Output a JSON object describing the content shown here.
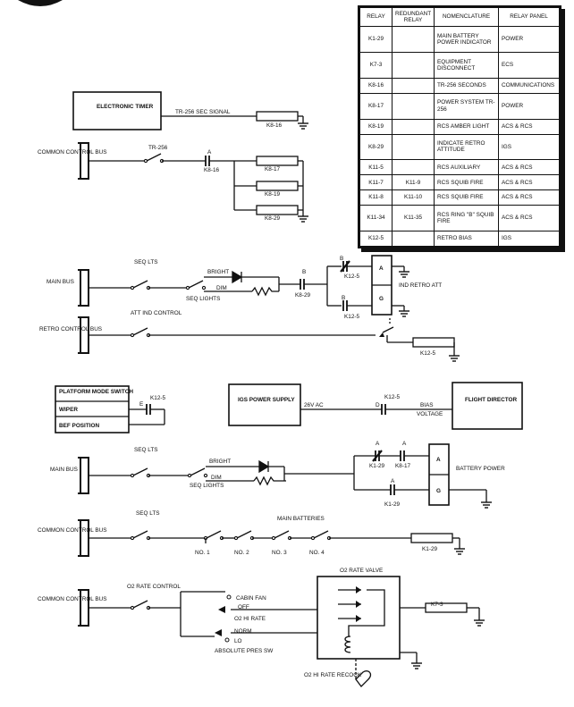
{
  "relay_table": {
    "headers": [
      "RELAY",
      "REDUNDANT RELAY",
      "NOMENCLATURE",
      "RELAY PANEL"
    ],
    "rows": [
      {
        "relay": "K1-29",
        "redundant": "",
        "nomenclature": "MAIN BATTERY POWER INDICATOR",
        "panel": "POWER"
      },
      {
        "relay": "K7-3",
        "redundant": "",
        "nomenclature": "EQUIPMENT DISCONNECT",
        "panel": "ECS"
      },
      {
        "relay": "K8-16",
        "redundant": "",
        "nomenclature": "TR-256 SECONDS",
        "panel": "COMMUNICATIONS"
      },
      {
        "relay": "K8-17",
        "redundant": "",
        "nomenclature": "POWER SYSTEM TR-256",
        "panel": "POWER"
      },
      {
        "relay": "K8-19",
        "redundant": "",
        "nomenclature": "RCS AMBER LIGHT",
        "panel": "ACS & RCS"
      },
      {
        "relay": "K8-29",
        "redundant": "",
        "nomenclature": "INDICATE RETRO ATTITUDE",
        "panel": "IGS"
      },
      {
        "relay": "K11-5",
        "redundant": "",
        "nomenclature": "RCS AUXILIARY",
        "panel": "ACS & RCS"
      },
      {
        "relay": "K11-7",
        "redundant": "K11-9",
        "nomenclature": "RCS SQUIB FIRE",
        "panel": "ACS & RCS"
      },
      {
        "relay": "K11-8",
        "redundant": "K11-10",
        "nomenclature": "RCS SQUIB FIRE",
        "panel": "ACS & RCS"
      },
      {
        "relay": "K11-34",
        "redundant": "K11-35",
        "nomenclature": "RCS RING \"B\" SQUIB FIRE",
        "panel": "ACS & RCS"
      },
      {
        "relay": "K12-5",
        "redundant": "",
        "nomenclature": "RETRO BIAS",
        "panel": "IGS"
      }
    ]
  },
  "labels": {
    "electronic_timer": "ELECTRONIC TIMER",
    "tr_signal": "TR-256 SEC SIGNAL",
    "k8_16": "K8-16",
    "k8_17": "K8-17",
    "k8_19": "K8-19",
    "k8_29": "K8-29",
    "common_control_bus": "COMMON CONTROL BUS",
    "main_bus": "MAIN BUS",
    "retro_control_bus": "RETRO CONTROL BUS",
    "tr_256": "TR-256",
    "contact_a": "A",
    "contact_b": "B",
    "contact_d": "D",
    "contact_e": "E",
    "seq_lts": "SEQ LTS",
    "seq_lights": "SEQ LIGHTS",
    "bright": "BRIGHT",
    "dim": "DIM",
    "k12_5": "K12-5",
    "k1_29": "K1-29",
    "k7_3": "K7-3",
    "lamp_a": "A",
    "lamp_g": "G",
    "ind_retro_att": "IND RETRO ATT",
    "att_ind_control": "ATT IND CONTROL",
    "platform_mode_switch": "PLATFORM MODE SWITCH",
    "wiper": "WIPER",
    "bef_position": "BEF POSITION",
    "igs_power_supply": "IGS POWER SUPPLY",
    "ac_26v": "26V AC",
    "bias": "BIAS",
    "voltage": "VOLTAGE",
    "flight_director": "FLIGHT DIRECTOR",
    "battery_power": "BATTERY POWER",
    "main_batteries": "MAIN BATTERIES",
    "no1": "NO. 1",
    "no2": "NO. 2",
    "no3": "NO. 3",
    "no4": "NO. 4",
    "o2_rate_control": "O2 RATE CONTROL",
    "o2_rate_valve": "O2 RATE VALVE",
    "cabin_fan": "CABIN FAN",
    "off": "OFF",
    "o2_hi_rate": "O2 HI RATE",
    "norm": "NORM",
    "lo": "LO",
    "absolute_pres_sw": "ABSOLUTE PRES SW",
    "o2_hi_rate_recock": "O2 HI RATE RECOCK"
  }
}
